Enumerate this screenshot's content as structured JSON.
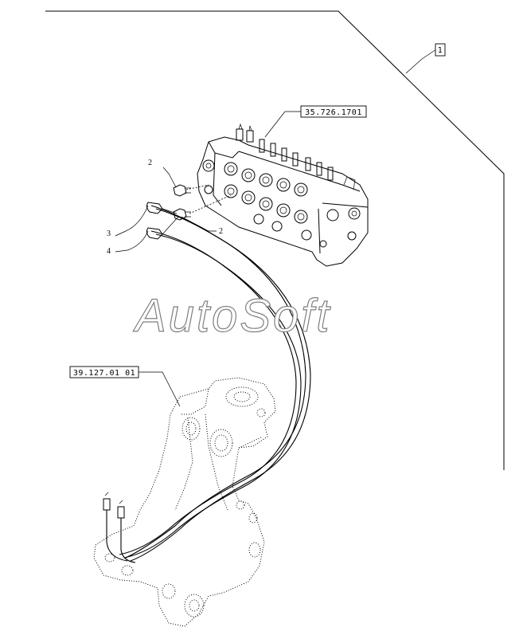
{
  "references": {
    "main_ref": "1",
    "valve_ref": "35.726.1701",
    "boom_ref": "39.127.01 01"
  },
  "callouts": {
    "fitting_upper": "2",
    "fitting_lower": "2",
    "hose_a": "3",
    "hose_b": "4"
  },
  "watermark": "AutoSoft"
}
